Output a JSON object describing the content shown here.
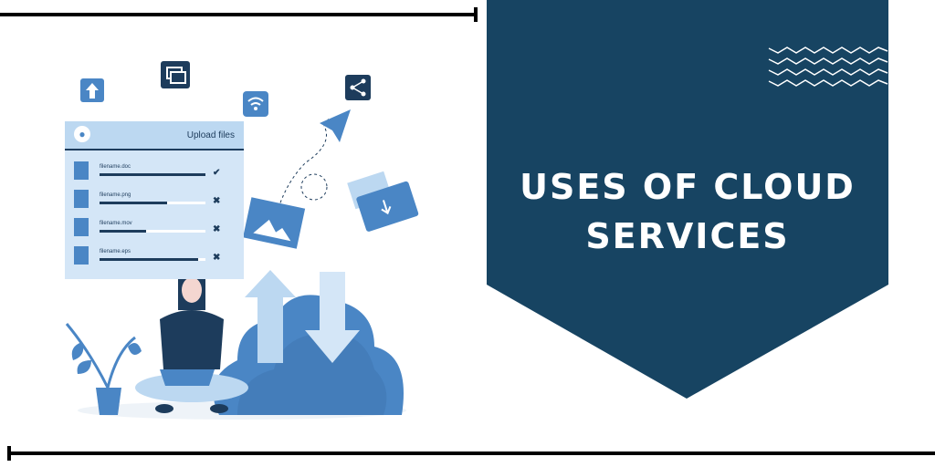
{
  "title_lines": [
    "USES OF CLOUD",
    "SERVICES"
  ],
  "colors": {
    "navy": "#174462",
    "light_blue": "#d4e6f7",
    "mid_blue": "#4a86c5"
  },
  "upload_panel": {
    "header": "Upload files",
    "files": [
      {
        "name": "filename.doc",
        "progress": 1.0,
        "status": "✔"
      },
      {
        "name": "filename.png",
        "progress": 0.64,
        "status": "✖"
      },
      {
        "name": "filename.mov",
        "progress": 0.44,
        "status": "✖"
      },
      {
        "name": "filename.eps",
        "progress": 0.93,
        "status": "✖"
      }
    ]
  }
}
